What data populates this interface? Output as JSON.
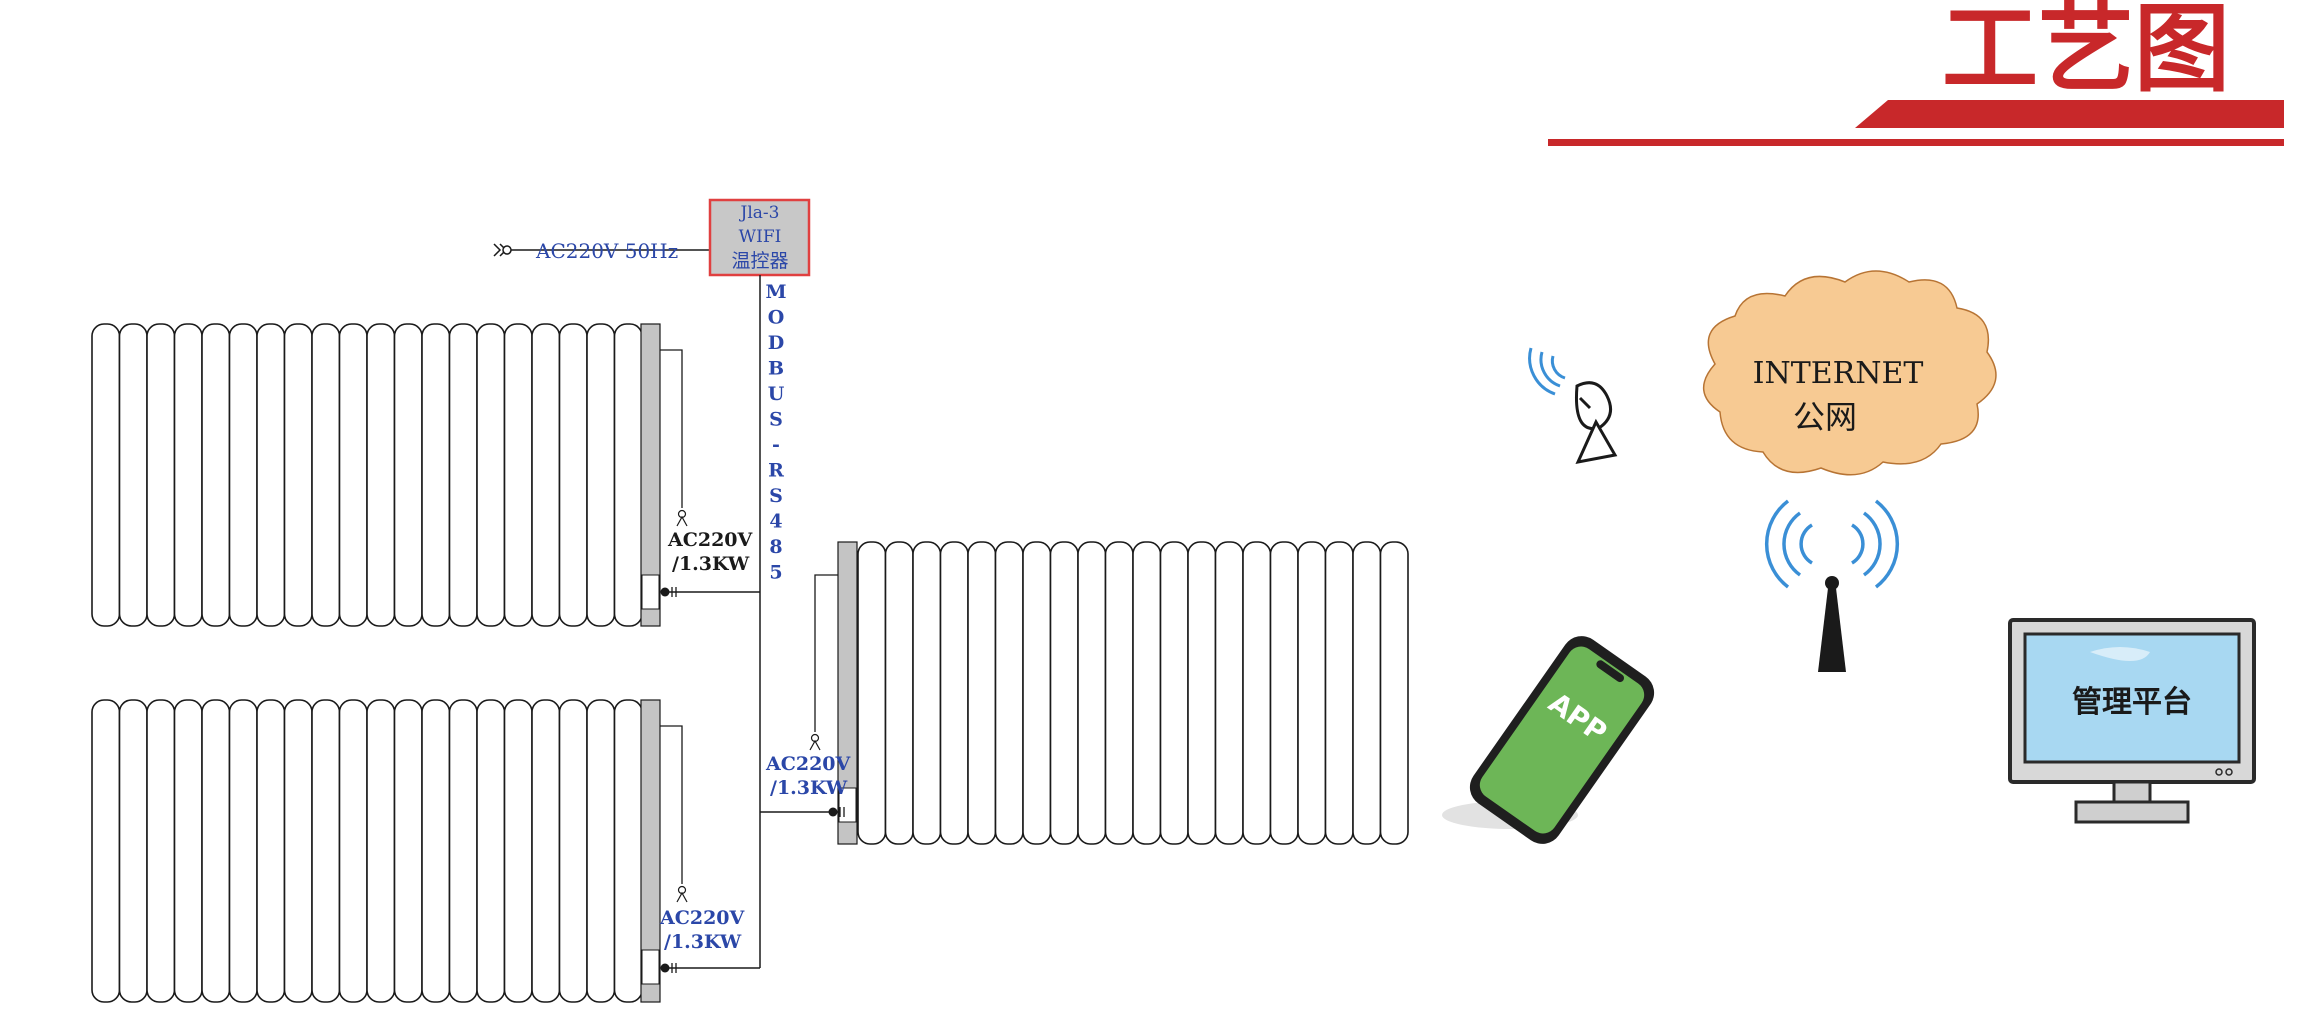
{
  "header": {
    "title": "工艺图",
    "accent_color": "#c8282a"
  },
  "controller": {
    "model": "Jla-3",
    "type": "WIFI",
    "name": "温控器",
    "power_label": "AC220V 50Hz",
    "fill_color": "#c8c8c8",
    "border_color": "#e04040"
  },
  "bus": {
    "letters": [
      "M",
      "O",
      "D",
      "B",
      "U",
      "S",
      "-",
      "R",
      "S",
      "4",
      "8",
      "5"
    ]
  },
  "radiators": [
    {
      "id": "top-left",
      "voltage": "AC220V",
      "power": "/1.3KW",
      "label_color": "#1a1a1a",
      "fins": 20
    },
    {
      "id": "bottom-left",
      "voltage": "AC220V",
      "power": "/1.3KW",
      "label_color": "#2b47a8",
      "fins": 20
    },
    {
      "id": "middle-right",
      "voltage": "AC220V",
      "power": "/1.3KW",
      "label_color": "#2b47a8",
      "fins": 20
    }
  ],
  "network": {
    "cloud_line1": "INTERNET",
    "cloud_line2": "公网",
    "cloud_color": "#f7c88e",
    "signal_color": "#3a8fd6"
  },
  "phone": {
    "label": "APP",
    "screen_color": "#6db657"
  },
  "monitor": {
    "label": "管理平台",
    "screen_color": "#a8d8f2"
  },
  "colors": {
    "blue_text": "#2b47a8",
    "line": "#1a1a1a",
    "fin_bar": "#c4c4c4"
  }
}
